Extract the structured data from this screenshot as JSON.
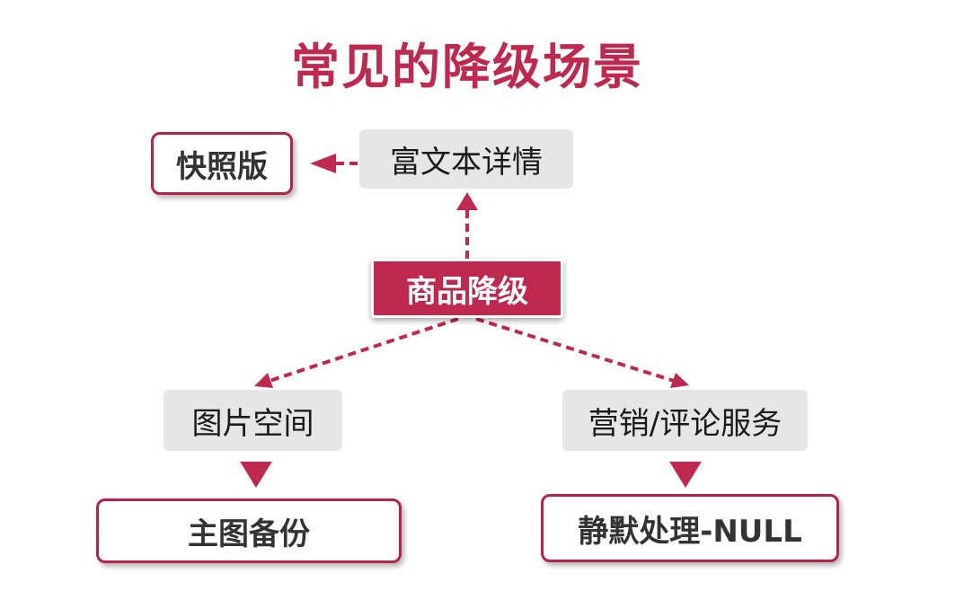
{
  "title": "常见的降级场景",
  "nodes": {
    "snapshot": "快照版",
    "rich_text": "富文本详情",
    "center": "商品降级",
    "image_space": "图片空间",
    "marketing": "营销/评论服务",
    "main_image_backup": "主图备份",
    "silent_null": "静默处理-NULL"
  },
  "colors": {
    "accent": "#c0294f",
    "gray_box": "#e6e6e6",
    "outline": "#b5234a"
  }
}
